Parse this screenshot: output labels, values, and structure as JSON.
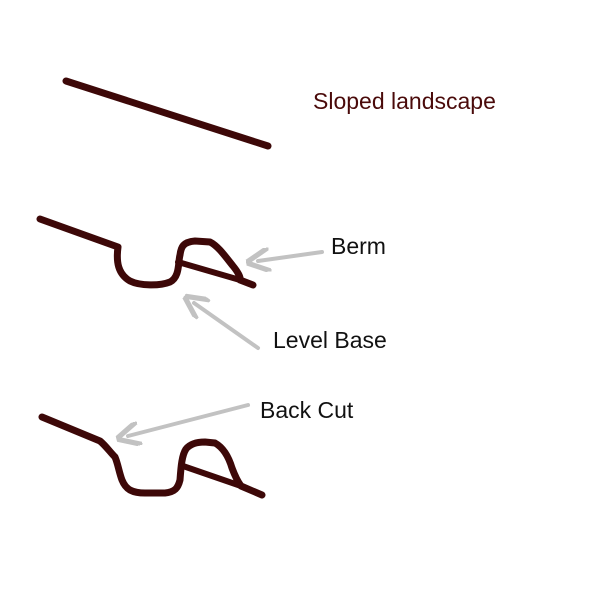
{
  "labels": {
    "sloped": "Sloped landscape",
    "berm": "Berm",
    "level_base": "Level Base",
    "back_cut": "Back Cut"
  },
  "colors": {
    "ground": "#3d0808",
    "arrow": "#c2c2c2",
    "sloped_text": "#4a0a0a",
    "label_text": "#111111",
    "background": "#ffffff"
  }
}
